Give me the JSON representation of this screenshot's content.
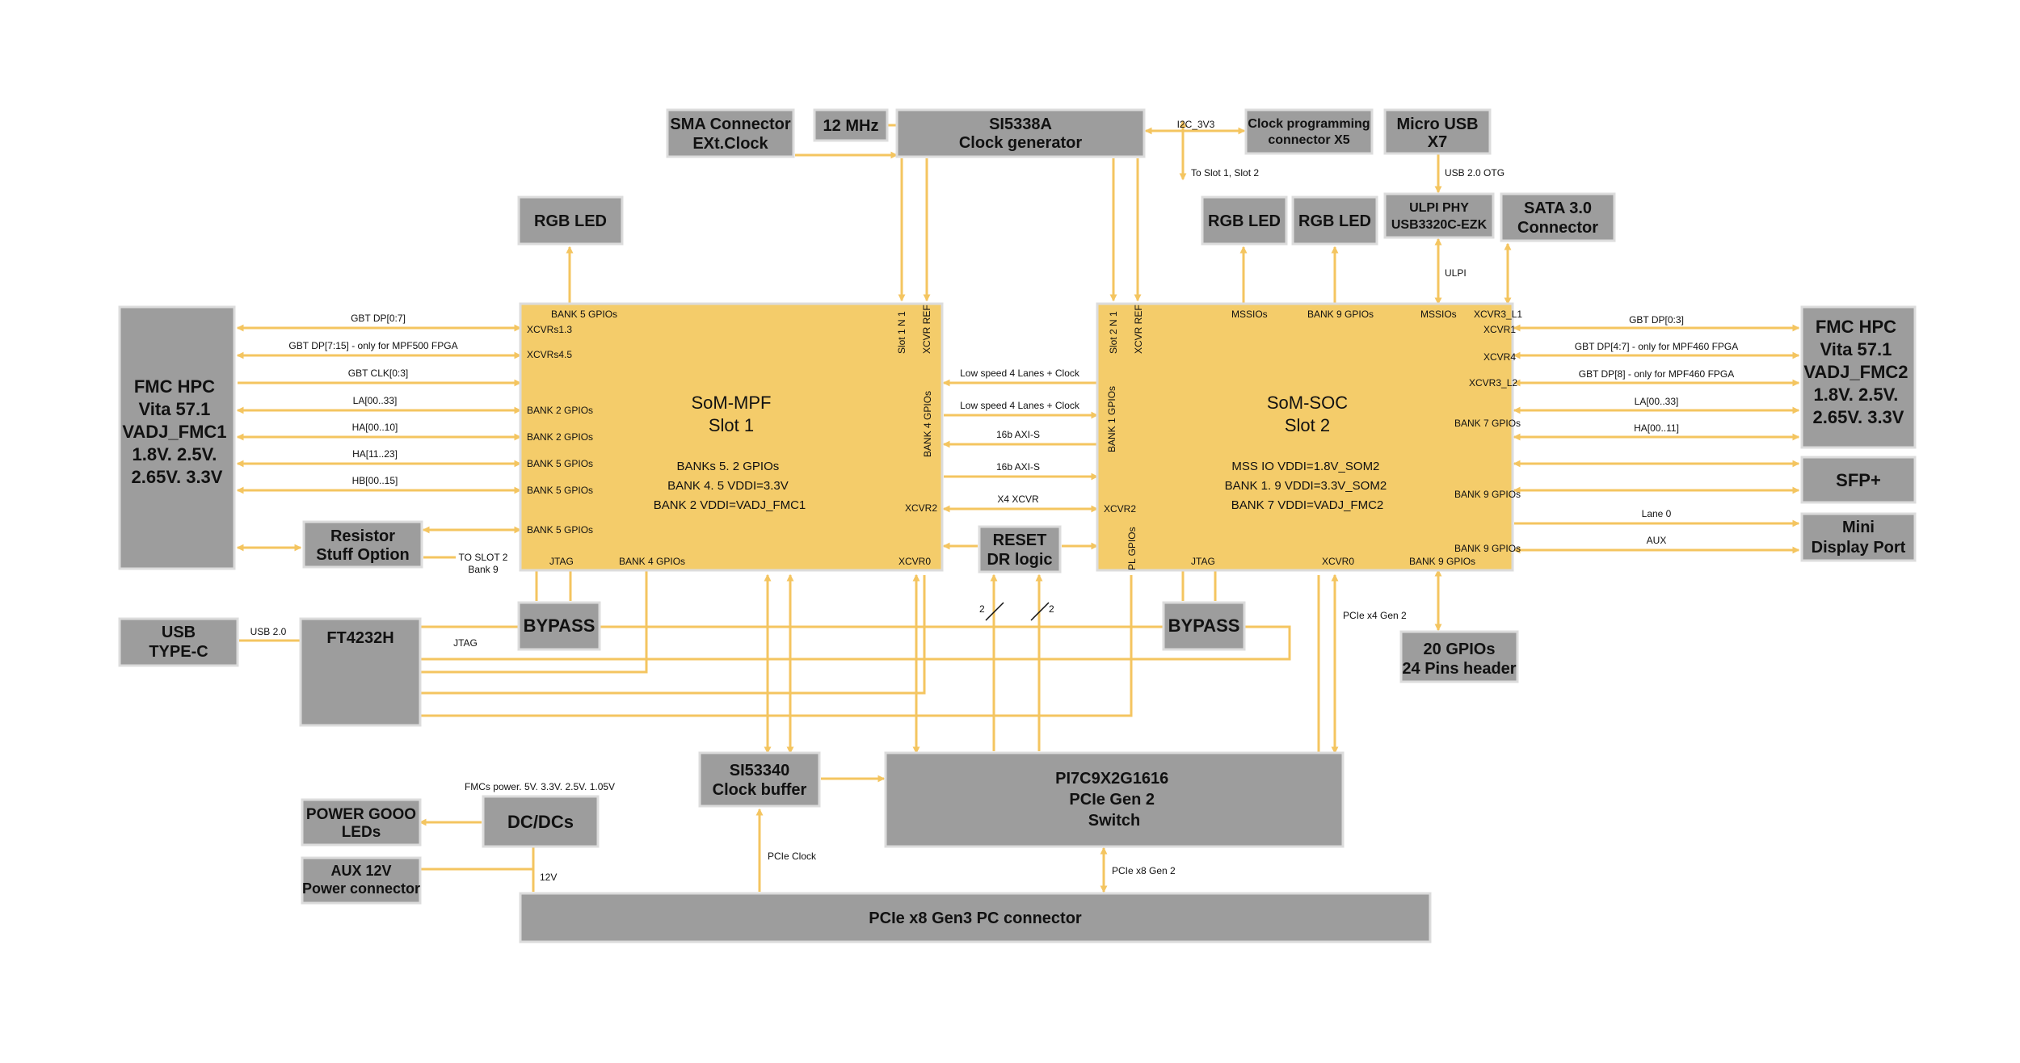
{
  "colors": {
    "block": "#9d9d9d",
    "som": "#f4cc6a",
    "line": "#f4c560",
    "background": "#ffffff"
  },
  "blocks": {
    "sma": [
      "SMA Connector",
      "EXt.Clock"
    ],
    "mhz": [
      "12 MHz"
    ],
    "si5338": [
      "SI5338A",
      "Clock generator"
    ],
    "clkprog": [
      "Clock programming",
      "connector X5"
    ],
    "microusb": [
      "Micro USB",
      "X7"
    ],
    "rgb1": [
      "RGB LED"
    ],
    "rgb2": [
      "RGB LED"
    ],
    "rgb3": [
      "RGB LED"
    ],
    "ulpi": [
      "ULPI PHY",
      "USB3320C-EZK"
    ],
    "sata": [
      "SATA 3.0",
      "Connector"
    ],
    "fmc1": [
      "FMC HPC",
      "Vita 57.1",
      "VADJ_FMC1",
      "1.8V. 2.5V.",
      "2.65V. 3.3V"
    ],
    "fmc2": [
      "FMC HPC",
      "Vita 57.1",
      "VADJ_FMC2",
      "1.8V. 2.5V.",
      "2.65V. 3.3V"
    ],
    "resistor": [
      "Resistor",
      "Stuff Option"
    ],
    "sfp": [
      "SFP+"
    ],
    "minidp": [
      "Mini",
      "Display Port"
    ],
    "reset": [
      "RESET",
      "DR logic"
    ],
    "usbc": [
      "USB",
      "TYPE-C"
    ],
    "ft4232": [
      "FT4232H"
    ],
    "bypass1": [
      "BYPASS"
    ],
    "bypass2": [
      "BYPASS"
    ],
    "gpio20": [
      "20 GPIOs",
      "24 Pins header"
    ],
    "si53340": [
      "SI53340",
      "Clock buffer"
    ],
    "pi7c": [
      "PI7C9X2G1616",
      "PCIe Gen 2",
      "Switch"
    ],
    "powergood": [
      "POWER GOOO",
      "LEDs"
    ],
    "dcdc": [
      "DC/DCs"
    ],
    "aux12": [
      "AUX 12V",
      "Power connector"
    ],
    "pcie": [
      "PCIe x8 Gen3 PC connector"
    ]
  },
  "som_mpf": {
    "title": [
      "SoM-MPF",
      "Slot 1"
    ],
    "info": [
      "BANKs  5. 2 GPIOs",
      "BANK  4. 5 VDDI=3.3V",
      "BANK  2 VDDI=VADJ_FMC1"
    ],
    "pins_left": [
      "XCVRs1.3",
      "XCVRs4.5",
      "BANK 2 GPIOs",
      "BANK 2 GPIOs",
      "BANK 5 GPIOs",
      "BANK 5 GPIOs",
      "BANK 5 GPIOs"
    ],
    "pin_top": "BANK 5 GPIOs",
    "pins_top_v": [
      "Slot 1 N 1",
      "XCVR REF"
    ],
    "pin_right_v": "BANK 4 GPIOs",
    "pin_xcvr2": "XCVR2",
    "pins_bottom": [
      "JTAG",
      "BANK 4 GPIOs",
      "XCVR0"
    ]
  },
  "som_soc": {
    "title": [
      "SoM-SOC",
      "Slot 2"
    ],
    "info": [
      "MSS IO  VDDI=1.8V_SOM2",
      "BANK  1. 9 VDDI=3.3V_SOM2",
      "BANK  7 VDDI=VADJ_FMC2"
    ],
    "pins_top": [
      "MSSIOs",
      "BANK 9 GPIOs",
      "MSSIOs",
      "XCVR3_L1"
    ],
    "pins_top_v": [
      "Slot 2 N 1",
      "XCVR REF"
    ],
    "pin_left_v": "BANK 1 GPIOs",
    "pin_pl_v": "PL GPIOs",
    "pins_right": [
      "XCVR1",
      "XCVR4",
      "XCVR3_L2",
      "BANK 7 GPIOs",
      "BANK 9 GPIOs",
      "BANK 9 GPIOs"
    ],
    "pin_xcvr2": "XCVR2",
    "pins_bottom": [
      "JTAG",
      "XCVR0",
      "BANK 9 GPIOs"
    ]
  },
  "labels": {
    "fmc1_links": [
      "GBT DP[0:7]",
      "GBT DP[7:15] - only for MPF500 FPGA",
      "GBT CLK[0:3]",
      "LA[00..33]",
      "HA[00..10]",
      "HA[11..23]",
      "HB[00..15]"
    ],
    "fmc2_links": [
      "GBT DP[0:3]",
      "GBT DP[4:7] - only for MPF460 FPGA",
      "GBT DP[8] - only for MPF460 FPGA",
      "LA[00..33]",
      "HA[00..11]"
    ],
    "between": [
      "Low speed 4 Lanes + Clock",
      "Low speed 4 Lanes + Clock",
      "16b AXI-S",
      "16b AXI-S",
      "X4 XCVR"
    ],
    "i2c": "I2C_3V3",
    "to_slot": "To Slot 1, Slot 2",
    "usb_otg": "USB 2.0 OTG",
    "ulpi": "ULPI",
    "to_slot2": [
      "TO SLOT 2",
      "Bank 9"
    ],
    "usb20": "USB 2.0",
    "jtag": "JTAG",
    "lane0": "Lane 0",
    "aux": "AUX",
    "pcie_x4": "PCIe x4 Gen 2",
    "two_a": "2",
    "two_b": "2",
    "fmc_power": "FMCs power. 5V. 3.3V. 2.5V. 1.05V",
    "twelve_v": "12V",
    "pcie_clock": "PCIe Clock",
    "pcie_x8": "PCIe x8 Gen 2"
  }
}
